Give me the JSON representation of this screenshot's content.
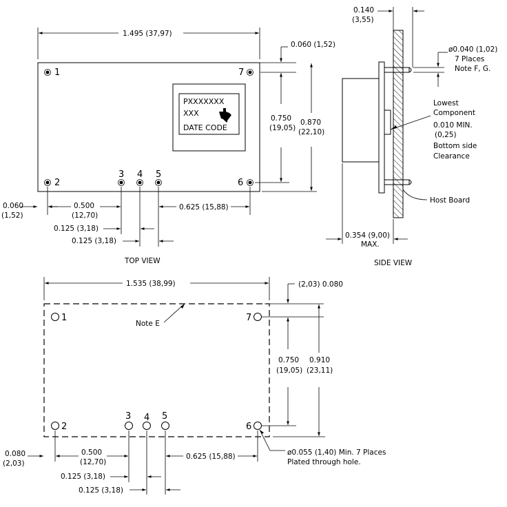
{
  "top_view": {
    "width_dim": "1.495 (37,97)",
    "right_inset_dim": "0.060 (1,52)",
    "pin_span_dim": "0.750",
    "pin_span_dim_mm": "(19,05)",
    "height_dim": "0.870",
    "height_dim_mm": "(22,10)",
    "left_inset_in": "0.060",
    "left_inset_mm": "(1,52)",
    "pitch_500_in": "0.500",
    "pitch_500_mm": "(12,70)",
    "pitch_625": "0.625 (15,88)",
    "pitch_125_a": "0.125 (3,18)",
    "pitch_125_b": "0.125 (3,18)",
    "label_line1": "PXXXXXXX",
    "label_line2": "XXX",
    "label_line3": "DATE CODE",
    "caption": "TOP VIEW",
    "pins": [
      "1",
      "2",
      "3",
      "4",
      "5",
      "6",
      "7"
    ]
  },
  "side_view": {
    "thickness_in": "0.140",
    "thickness_mm": "(3,55)",
    "pin_dia_line1": "ø0.040 (1,02)",
    "pin_dia_line2": "7 Places",
    "pin_dia_line3": "Note F, G.",
    "lowest_line1": "Lowest",
    "lowest_line2": "Component",
    "clear_line1": "0.010 MIN.",
    "clear_line2": "(0,25)",
    "clear_line3": "Bottom side",
    "clear_line4": "Clearance",
    "host_board": "Host Board",
    "height_dim": "0.354 (9,00)",
    "height_max": "MAX.",
    "caption": "SIDE VIEW"
  },
  "footprint": {
    "width_dim": "1.535 (38,99)",
    "right_inset_dim": "(2,03) 0.080",
    "note": "Note E",
    "pin_span_dim": "0.750",
    "pin_span_dim_mm": "(19,05)",
    "height_dim": "0.910",
    "height_dim_mm": "(23,11)",
    "left_inset_in": "0.080",
    "left_inset_mm": "(2,03)",
    "pitch_500_in": "0.500",
    "pitch_500_mm": "(12,70)",
    "pitch_625": "0.625 (15,88)",
    "pitch_125_a": "0.125 (3,18)",
    "pitch_125_b": "0.125 (3,18)",
    "hole_line1": "ø0.055 (1,40) Min. 7 Places",
    "hole_line2": "Plated through hole.",
    "pins": [
      "1",
      "2",
      "3",
      "4",
      "5",
      "6",
      "7"
    ]
  }
}
